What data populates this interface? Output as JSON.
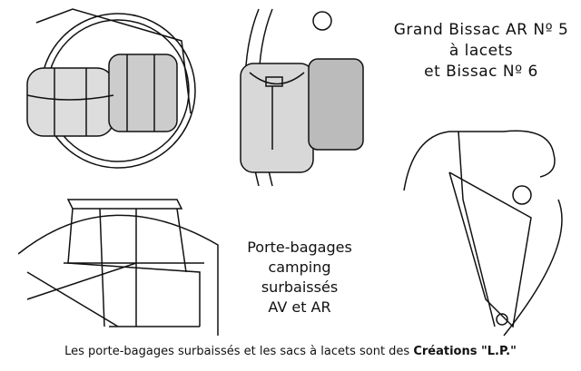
{
  "heading": {
    "line1": "Grand Bissac AR Nº 5",
    "line2": "à lacets",
    "line3": "et Bissac Nº 6"
  },
  "middle": {
    "line1": "Porte-bagages",
    "line2": "camping",
    "line3": "surbaissés",
    "line4": "AV et AR"
  },
  "caption": {
    "text": "Les porte-bagages surbaissés et les sacs à lacets sont des",
    "brand": "Créations \"L.P.\""
  }
}
